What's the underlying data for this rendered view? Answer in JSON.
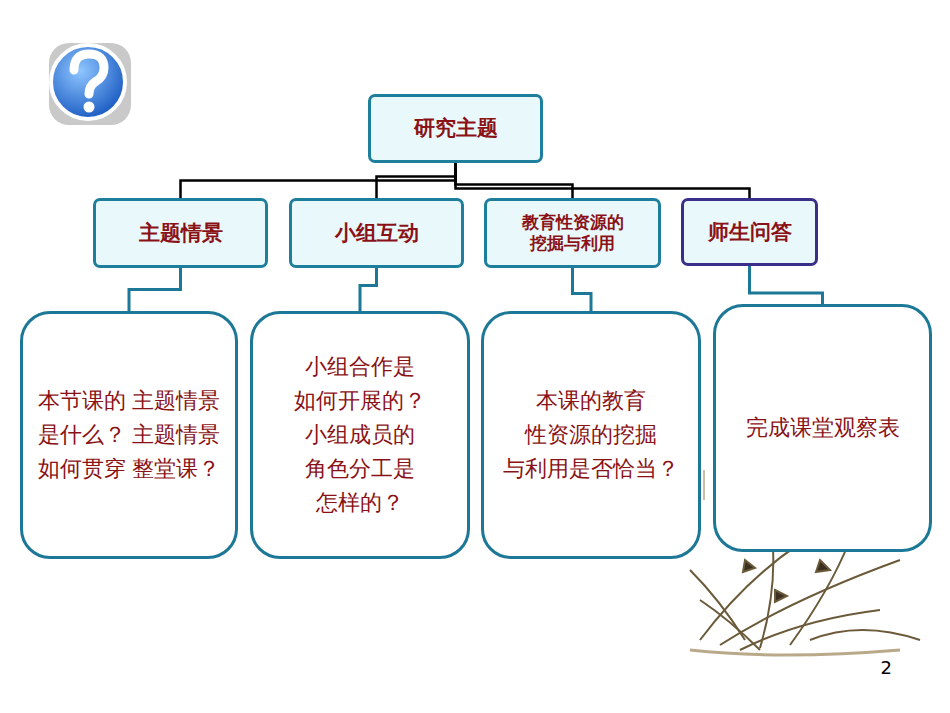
{
  "diagram": {
    "nodes": [
      {
        "text": [
          "研究主题"
        ]
      },
      {
        "text": [
          "主题情景"
        ]
      },
      {
        "text": [
          "小组互动"
        ]
      },
      {
        "text": [
          "教育性资源的 挖掘与利用"
        ]
      },
      {
        "text": [
          "师生问答"
        ]
      },
      {
        "text": [
          "本节课的 主题情景 是什么？ 主题情景 如何贯穿 整堂课？"
        ]
      },
      {
        "text": [
          "小组合作是 如何开展的？ 小组成员的 角色分工是 怎样的？"
        ]
      },
      {
        "text": [
          "本课的教育 性资源的挖掘 与利用是否恰当？"
        ]
      },
      {
        "text": [
          "完成课堂观察表"
        ]
      }
    ],
    "edges": [
      {
        "from": 0,
        "to": 1,
        "arrow": "none"
      },
      {
        "from": 0,
        "to": 2,
        "arrow": "none"
      },
      {
        "from": 0,
        "to": 3,
        "arrow": "none"
      },
      {
        "from": 0,
        "to": 4,
        "arrow": "none"
      },
      {
        "from": 1,
        "to": 5,
        "arrow": "none"
      },
      {
        "from": 2,
        "to": 6,
        "arrow": "none"
      },
      {
        "from": 3,
        "to": 7,
        "arrow": "none"
      },
      {
        "from": 4,
        "to": 8,
        "arrow": "none"
      }
    ],
    "labels": [
      "2"
    ]
  }
}
